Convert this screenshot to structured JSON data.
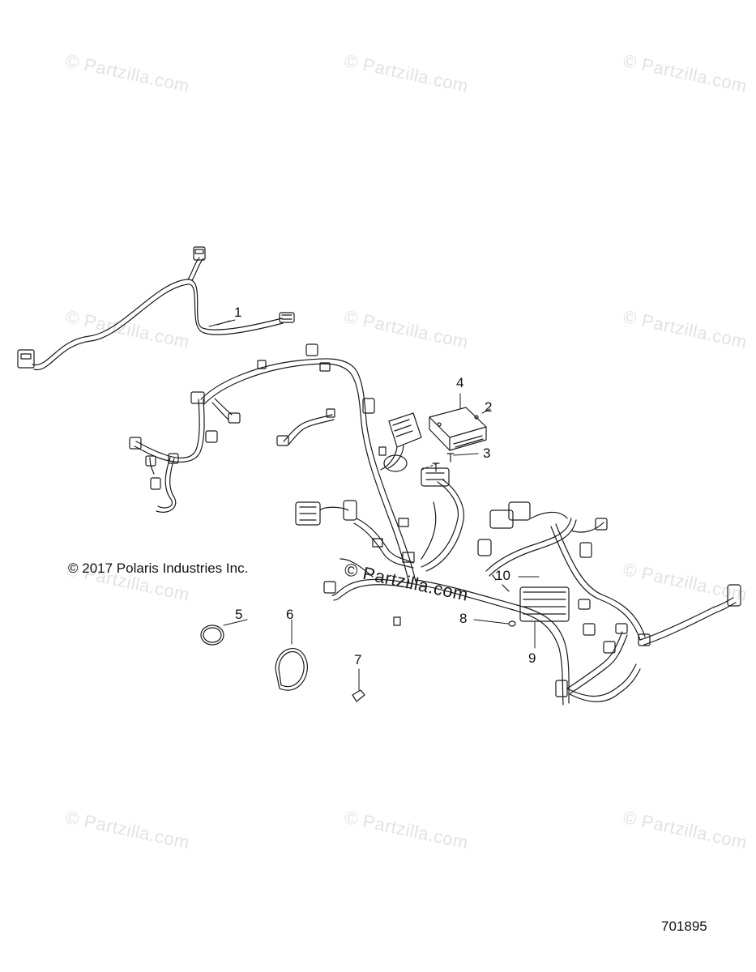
{
  "watermark_text": "© Partzilla.com",
  "copyright": "© 2017 Polaris Industries Inc.",
  "diagram_id": "701895",
  "callouts": [
    "1",
    "2",
    "3",
    "4",
    "5",
    "6",
    "7",
    "8",
    "9",
    "10"
  ]
}
